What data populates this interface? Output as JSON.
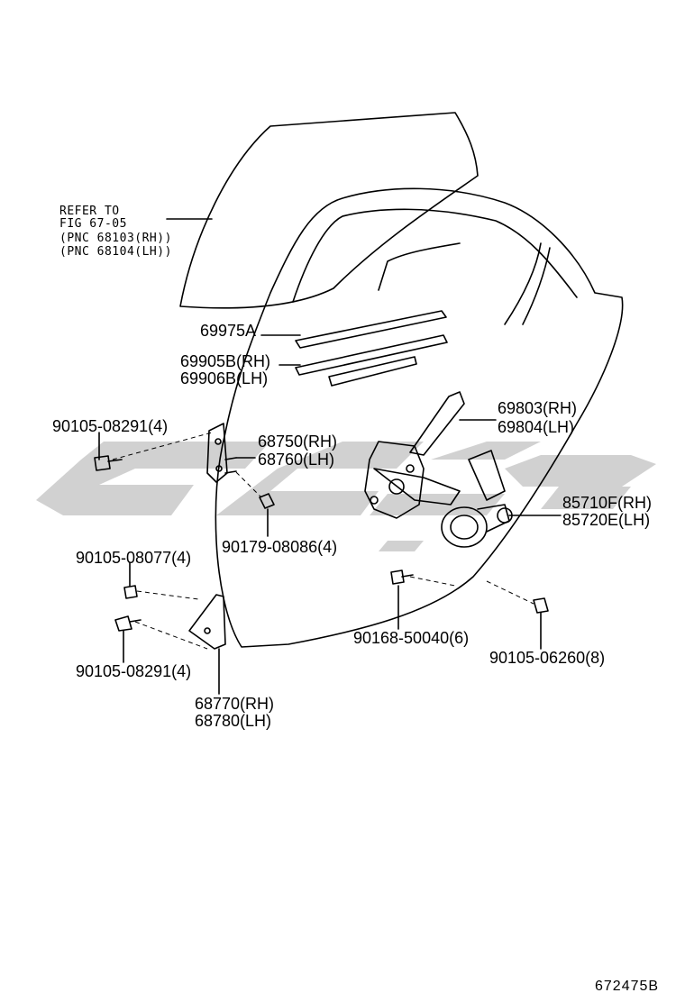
{
  "reference_note": {
    "line1": "REFER TO",
    "line2": "FIG 67-05",
    "line3": "(PNC 68103(RH))",
    "line4": "(PNC 68104(LH))"
  },
  "parts": {
    "run_channel": "69975A",
    "weatherstrip_rh": "69905B(RH)",
    "weatherstrip_lh": "69906B(LH)",
    "regulator_rh": "69803(RH)",
    "regulator_lh": "69804(LH)",
    "hinge_upper_rh": "68750(RH)",
    "hinge_upper_lh": "68760(LH)",
    "hinge_lower_rh": "68770(RH)",
    "hinge_lower_lh": "68780(LH)",
    "motor_rh": "85710F(RH)",
    "motor_lh": "85720E(LH)",
    "bolt_upper": "90105-08291(4)",
    "nut": "90179-08086(4)",
    "bolt_mid": "90105-08077(4)",
    "bolt_lower": "90105-08291(4)",
    "bolt_regulator": "90168-50040(6)",
    "bolt_motor": "90105-06260(8)"
  },
  "figure_id": "672475B",
  "watermark_color": "#c8c8c8"
}
